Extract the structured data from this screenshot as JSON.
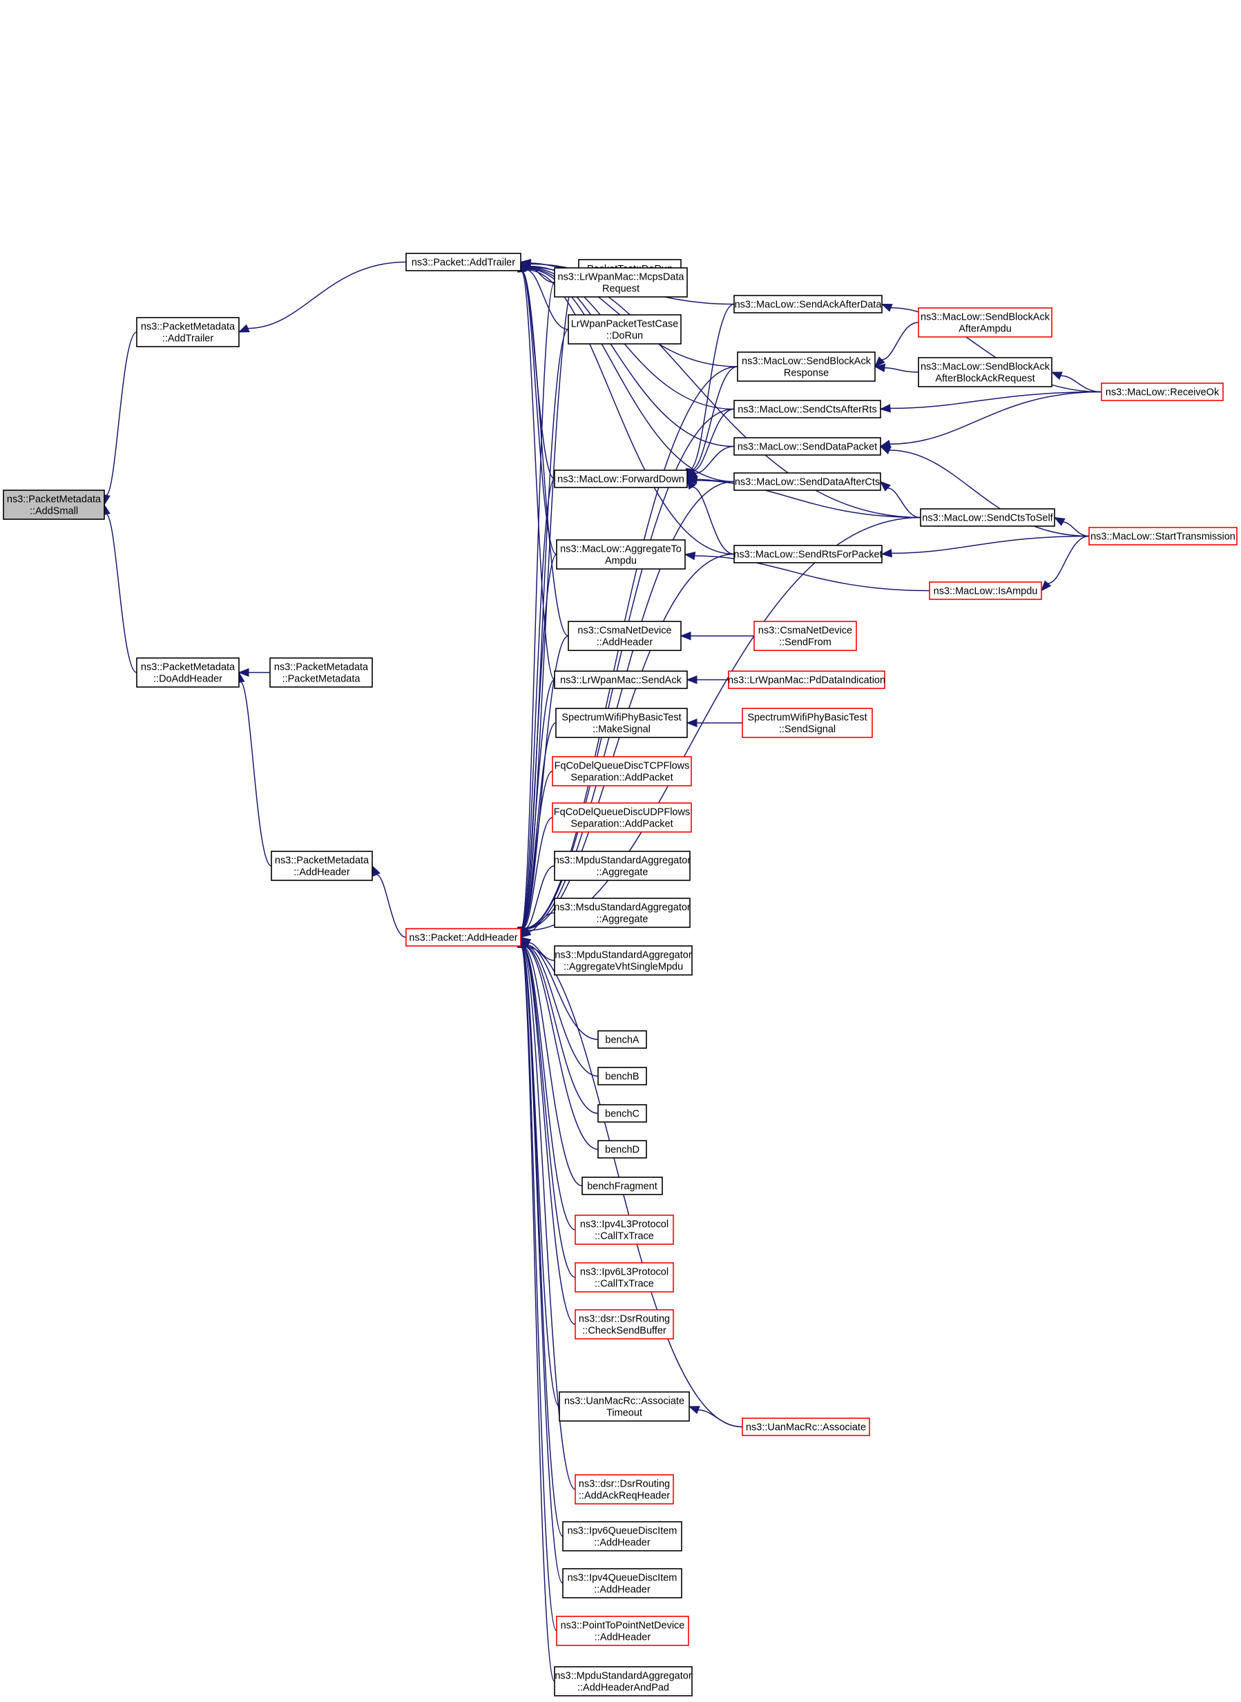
{
  "nodes": {
    "addsmall": [
      "ns3::PacketMetadata",
      "::AddSmall"
    ],
    "pm_addtrailer": [
      "ns3::PacketMetadata",
      "::AddTrailer"
    ],
    "pm_doaddheader": [
      "ns3::PacketMetadata",
      "::DoAddHeader"
    ],
    "pm_packetmetadata": [
      "ns3::PacketMetadata",
      "::PacketMetadata"
    ],
    "pm_addheader": [
      "ns3::PacketMetadata",
      "::AddHeader"
    ],
    "pkt_addtrailer": [
      "ns3::Packet::AddTrailer"
    ],
    "pkt_addheader": [
      "ns3::Packet::AddHeader"
    ],
    "packettest_dorun": [
      "PacketTest::DoRun"
    ],
    "lrwpan_mcpsdata": [
      "ns3::LrWpanMac::McpsData",
      "Request"
    ],
    "lrwpan_testcase": [
      "LrWpanPacketTestCase",
      "::DoRun"
    ],
    "maclow_forwarddown": [
      "ns3::MacLow::ForwardDown"
    ],
    "maclow_aggregatetoampdu": [
      "ns3::MacLow::AggregateTo",
      "Ampdu"
    ],
    "csma_addheader": [
      "ns3::CsmaNetDevice",
      "::AddHeader"
    ],
    "lrwpan_sendack": [
      "ns3::LrWpanMac::SendAck"
    ],
    "spectrum_makesignal": [
      "SpectrumWifiPhyBasicTest",
      "::MakeSignal"
    ],
    "fqcodel_tcp": [
      "FqCoDelQueueDiscTCPFlows",
      "Separation::AddPacket"
    ],
    "fqcodel_udp": [
      "FqCoDelQueueDiscUDPFlows",
      "Separation::AddPacket"
    ],
    "mpdu_aggregate": [
      "ns3::MpduStandardAggregator",
      "::Aggregate"
    ],
    "msdu_aggregate": [
      "ns3::MsduStandardAggregator",
      "::Aggregate"
    ],
    "mpdu_aggvht": [
      "ns3::MpduStandardAggregator",
      "::AggregateVhtSingleMpdu"
    ],
    "bencha": [
      "benchA"
    ],
    "benchb": [
      "benchB"
    ],
    "benchc": [
      "benchC"
    ],
    "benchd": [
      "benchD"
    ],
    "benchfragment": [
      "benchFragment"
    ],
    "ipv4l3_calltx": [
      "ns3::Ipv4L3Protocol",
      "::CallTxTrace"
    ],
    "ipv6l3_calltx": [
      "ns3::Ipv6L3Protocol",
      "::CallTxTrace"
    ],
    "dsr_checksend": [
      "ns3::dsr::DsrRouting",
      "::CheckSendBuffer"
    ],
    "uan_assoctimeout": [
      "ns3::UanMacRc::Associate",
      "Timeout"
    ],
    "dsr_addackreq": [
      "ns3::dsr::DsrRouting",
      "::AddAckReqHeader"
    ],
    "ipv6qdi_addheader": [
      "ns3::Ipv6QueueDiscItem",
      "::AddHeader"
    ],
    "ipv4qdi_addheader": [
      "ns3::Ipv4QueueDiscItem",
      "::AddHeader"
    ],
    "p2p_addheader": [
      "ns3::PointToPointNetDevice",
      "::AddHeader"
    ],
    "mpdu_addheaderpad": [
      "ns3::MpduStandardAggregator",
      "::AddHeaderAndPad"
    ],
    "maclow_sendackafterdata": [
      "ns3::MacLow::SendAckAfterData"
    ],
    "maclow_sendblockackresp": [
      "ns3::MacLow::SendBlockAck",
      "Response"
    ],
    "maclow_sendctsafterrts": [
      "ns3::MacLow::SendCtsAfterRts"
    ],
    "maclow_senddatapacket": [
      "ns3::MacLow::SendDataPacket"
    ],
    "maclow_senddataaftercts": [
      "ns3::MacLow::SendDataAfterCts"
    ],
    "maclow_sendrtsforpacket": [
      "ns3::MacLow::SendRtsForPacket"
    ],
    "csma_sendfrom": [
      "ns3::CsmaNetDevice",
      "::SendFrom"
    ],
    "lrwpan_pddataind": [
      "ns3::LrWpanMac::PdDataIndication"
    ],
    "spectrum_sendsignal": [
      "SpectrumWifiPhyBasicTest",
      "::SendSignal"
    ],
    "uan_associate": [
      "ns3::UanMacRc::Associate"
    ],
    "maclow_sendblockackafterampdu": [
      "ns3::MacLow::SendBlockAck",
      "AfterAmpdu"
    ],
    "maclow_sendblockackafterbar": [
      "ns3::MacLow::SendBlockAck",
      "AfterBlockAckRequest"
    ],
    "maclow_sendctstoself": [
      "ns3::MacLow::SendCtsToSelf"
    ],
    "maclow_isampdu": [
      "ns3::MacLow::IsAmpdu"
    ],
    "maclow_receiveok": [
      "ns3::MacLow::ReceiveOk"
    ],
    "maclow_starttx": [
      "ns3::MacLow::StartTransmission"
    ]
  },
  "colors": {
    "edge": "#191970",
    "border": "#000000",
    "border_truncated": "#ff0000",
    "root_fill": "#bfbfbf"
  }
}
